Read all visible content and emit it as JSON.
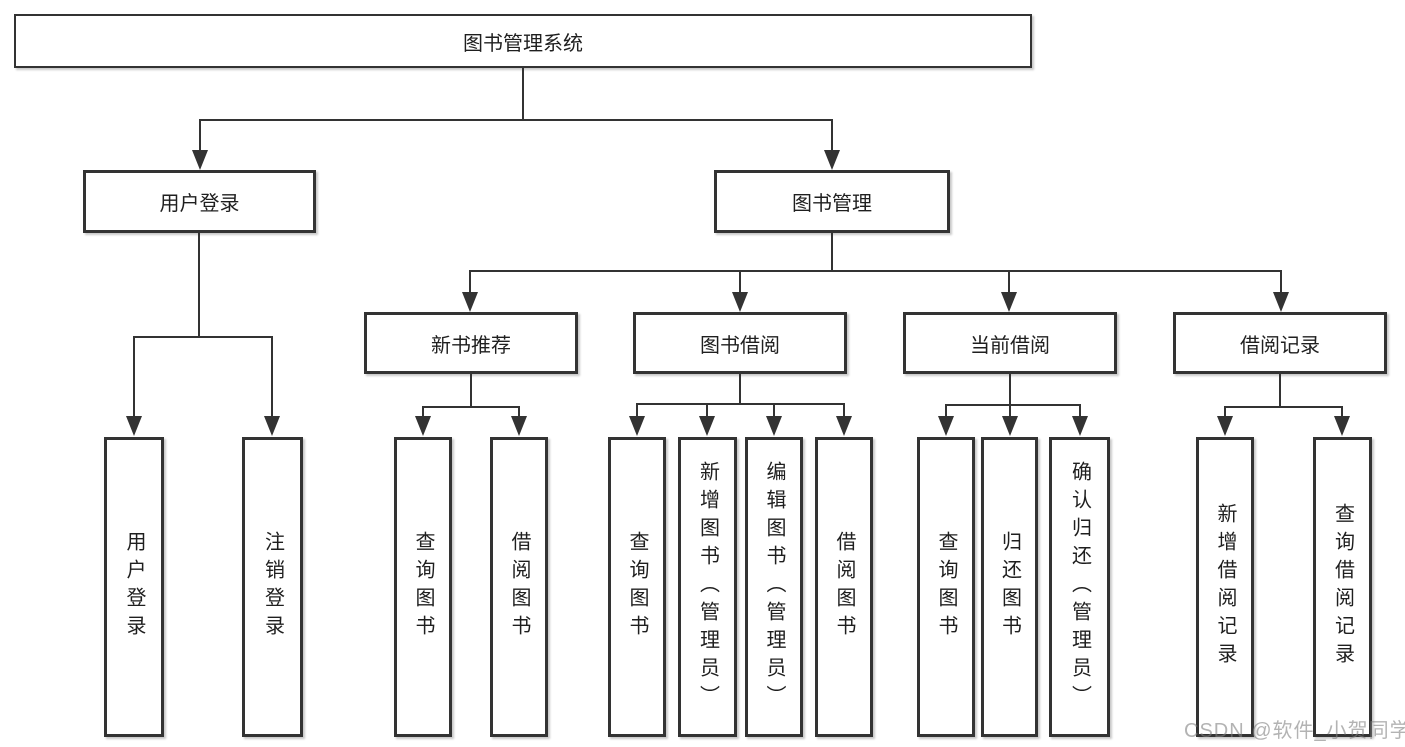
{
  "title": "图书管理系统",
  "level2": {
    "user_login": "用户登录",
    "book_mgmt": "图书管理"
  },
  "level3": {
    "new_book": "新书推荐",
    "book_borrow": "图书借阅",
    "current_borrow": "当前借阅",
    "borrow_record": "借阅记录"
  },
  "leaves": {
    "user_login": "用户登录",
    "logout": "注销登录",
    "nb_query": "查询图书",
    "nb_borrow": "借阅图书",
    "bb_query": "查询图书",
    "bb_add": "新增图书（管理员）",
    "bb_edit": "编辑图书（管理员）",
    "bb_borrow": "借阅图书",
    "cb_query": "查询图书",
    "cb_return": "归还图书",
    "cb_confirm": "确认归还（管理员）",
    "br_add": "新增借阅记录",
    "br_query": "查询借阅记录"
  },
  "watermark": "CSDN @软件_小贺同学",
  "colors": {
    "line": "#333333",
    "border": "#333333",
    "text": "#1f1f1f",
    "watermark": "#808080",
    "background": "#ffffff"
  }
}
